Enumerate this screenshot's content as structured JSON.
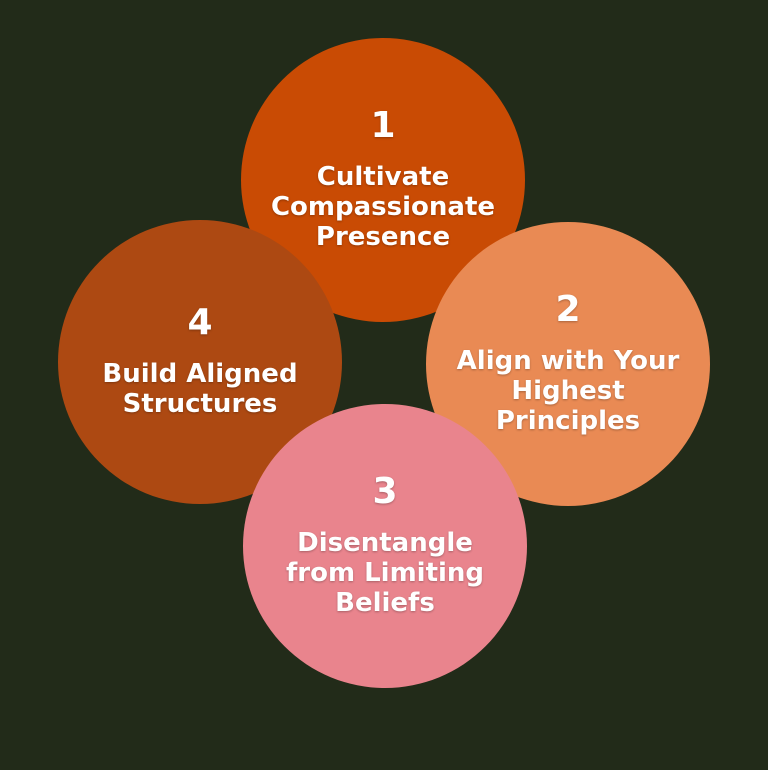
{
  "diagram": {
    "steps": [
      {
        "number": "1",
        "label": "Cultivate Compassionate Presence",
        "color": "#c94b04"
      },
      {
        "number": "2",
        "label": "Align with Your Highest Principles",
        "color": "#e98a54"
      },
      {
        "number": "3",
        "label": "Disentangle from Limiting Beliefs",
        "color": "#e9848d"
      },
      {
        "number": "4",
        "label": "Build Aligned Structures",
        "color": "#ad4912"
      }
    ]
  }
}
